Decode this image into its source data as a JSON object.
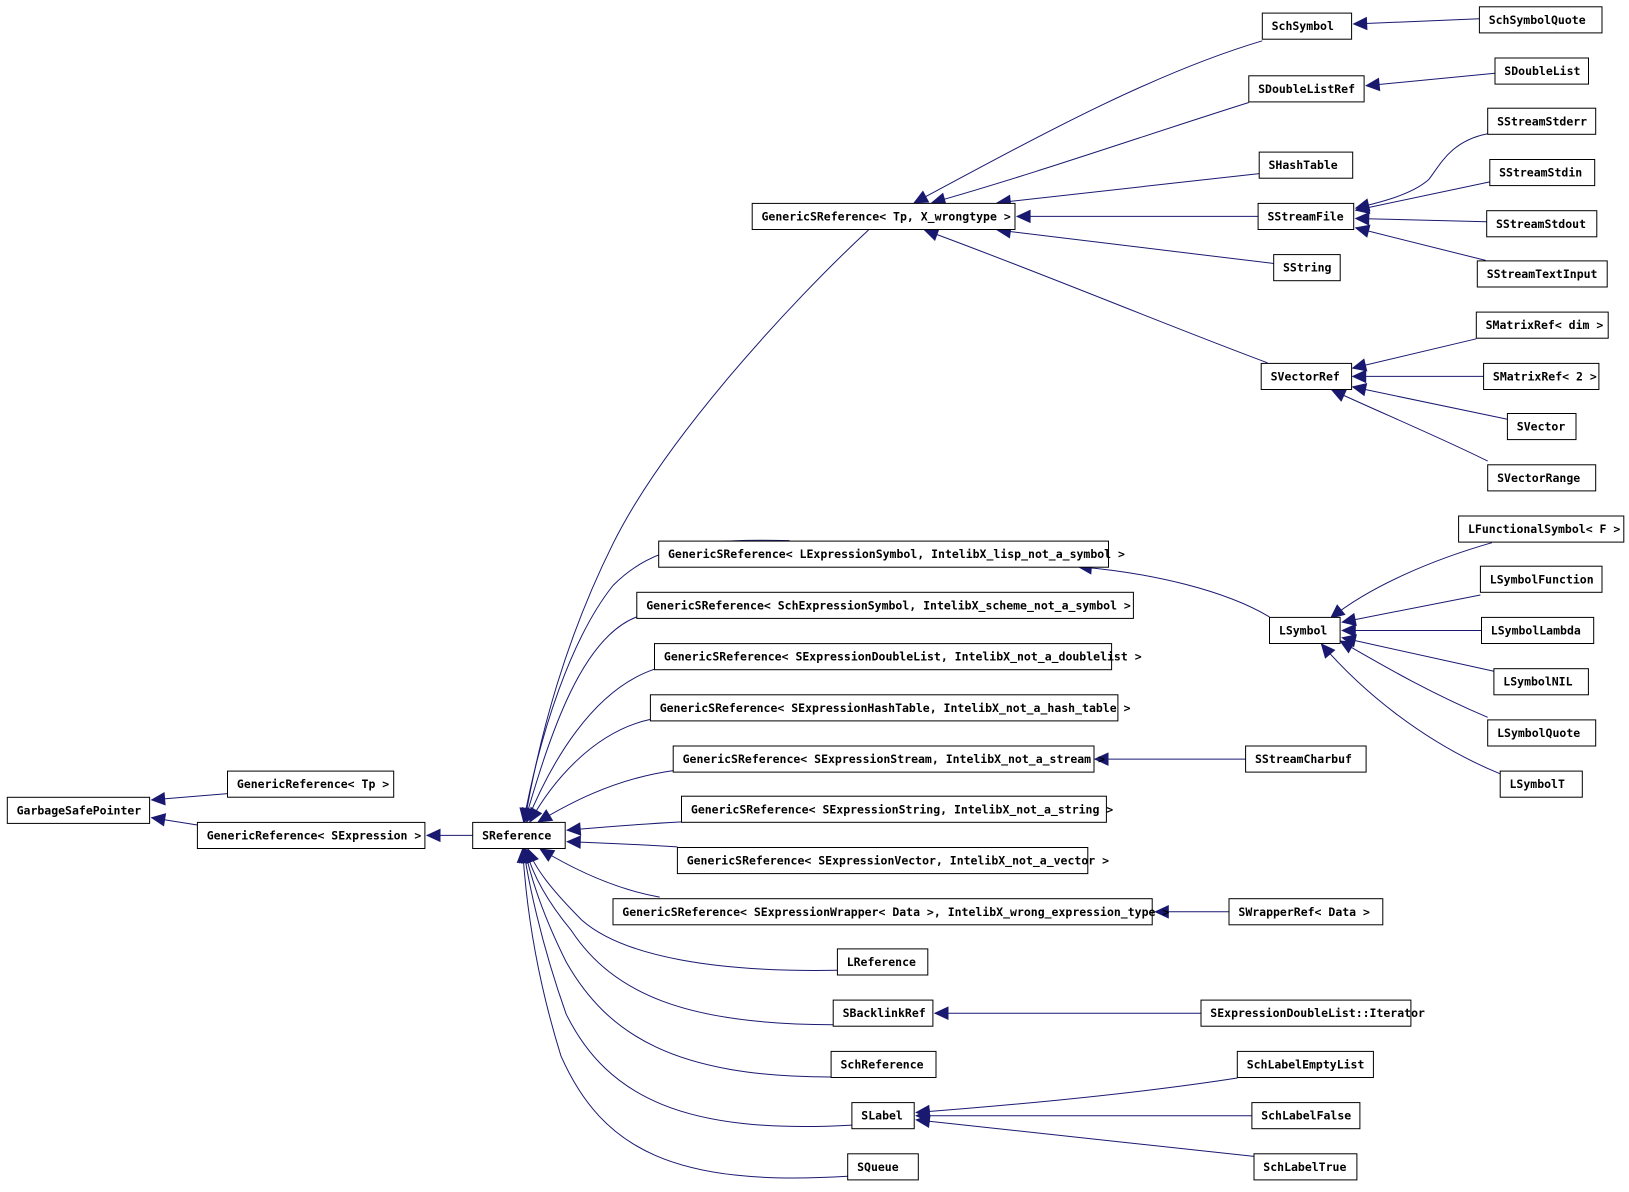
{
  "nodes": [
    {
      "id": "GarbageSafePointer",
      "label": "GarbageSafePointer"
    },
    {
      "id": "GenericRefTp",
      "label": "GenericReference< Tp >"
    },
    {
      "id": "GenericRefSExpr",
      "label": "GenericReference< SExpression >"
    },
    {
      "id": "SReference",
      "label": "SReference"
    },
    {
      "id": "GenericSRefTp",
      "label": "GenericSReference< Tp, X_wrongtype >"
    },
    {
      "id": "SchSymbol",
      "label": "SchSymbol"
    },
    {
      "id": "SchSymbolQuote",
      "label": "SchSymbolQuote"
    },
    {
      "id": "SDoubleListRef",
      "label": "SDoubleListRef"
    },
    {
      "id": "SDoubleList",
      "label": "SDoubleList"
    },
    {
      "id": "SHashTable",
      "label": "SHashTable"
    },
    {
      "id": "SStreamFile",
      "label": "SStreamFile"
    },
    {
      "id": "SStreamStderr",
      "label": "SStreamStderr"
    },
    {
      "id": "SStreamStdin",
      "label": "SStreamStdin"
    },
    {
      "id": "SStreamStdout",
      "label": "SStreamStdout"
    },
    {
      "id": "SStreamTextInput",
      "label": "SStreamTextInput"
    },
    {
      "id": "SString",
      "label": "SString"
    },
    {
      "id": "SVectorRef",
      "label": "SVectorRef"
    },
    {
      "id": "SMatrixRefDim",
      "label": "SMatrixRef< dim >"
    },
    {
      "id": "SMatrixRef2",
      "label": "SMatrixRef< 2 >"
    },
    {
      "id": "SVector",
      "label": "SVector"
    },
    {
      "id": "SVectorRange",
      "label": "SVectorRange"
    },
    {
      "id": "GSR_LExprSym",
      "label": "GenericSReference< LExpressionSymbol, IntelibX_lisp_not_a_symbol >"
    },
    {
      "id": "GSR_SchExprSym",
      "label": "GenericSReference< SchExpressionSymbol, IntelibX_scheme_not_a_symbol >"
    },
    {
      "id": "GSR_DoubleList",
      "label": "GenericSReference< SExpressionDoubleList, IntelibX_not_a_doublelist >"
    },
    {
      "id": "GSR_HashTable",
      "label": "GenericSReference< SExpressionHashTable, IntelibX_not_a_hash_table >"
    },
    {
      "id": "GSR_Stream",
      "label": "GenericSReference< SExpressionStream, IntelibX_not_a_stream >"
    },
    {
      "id": "GSR_String",
      "label": "GenericSReference< SExpressionString, IntelibX_not_a_string >"
    },
    {
      "id": "GSR_Vector",
      "label": "GenericSReference< SExpressionVector, IntelibX_not_a_vector >"
    },
    {
      "id": "GSR_Wrapper",
      "label": "GenericSReference< SExpressionWrapper< Data >, IntelibX_wrong_expression_type >"
    },
    {
      "id": "LSymbol",
      "label": "LSymbol"
    },
    {
      "id": "LFunctionalSymbol",
      "label": "LFunctionalSymbol< F >"
    },
    {
      "id": "LSymbolFunction",
      "label": "LSymbolFunction"
    },
    {
      "id": "LSymbolLambda",
      "label": "LSymbolLambda"
    },
    {
      "id": "LSymbolNIL",
      "label": "LSymbolNIL"
    },
    {
      "id": "LSymbolQuote",
      "label": "LSymbolQuote"
    },
    {
      "id": "LSymbolT",
      "label": "LSymbolT"
    },
    {
      "id": "SStreamCharbuf",
      "label": "SStreamCharbuf"
    },
    {
      "id": "SWrapperRefData",
      "label": "SWrapperRef< Data >"
    },
    {
      "id": "LReference",
      "label": "LReference"
    },
    {
      "id": "SBacklinkRef",
      "label": "SBacklinkRef"
    },
    {
      "id": "SExprDLIter",
      "label": "SExpressionDoubleList::Iterator"
    },
    {
      "id": "SchReference",
      "label": "SchReference"
    },
    {
      "id": "SLabel",
      "label": "SLabel"
    },
    {
      "id": "SchLabelEmptyList",
      "label": "SchLabelEmptyList"
    },
    {
      "id": "SchLabelFalse",
      "label": "SchLabelFalse"
    },
    {
      "id": "SchLabelTrue",
      "label": "SchLabelTrue"
    },
    {
      "id": "SQueue",
      "label": "SQueue"
    }
  ],
  "edges": [
    [
      "GenericRefTp",
      "GarbageSafePointer"
    ],
    [
      "GenericRefSExpr",
      "GarbageSafePointer"
    ],
    [
      "SReference",
      "GenericRefSExpr"
    ],
    [
      "GenericSRefTp",
      "SReference"
    ],
    [
      "GSR_LExprSym",
      "SReference"
    ],
    [
      "GSR_SchExprSym",
      "SReference"
    ],
    [
      "GSR_DoubleList",
      "SReference"
    ],
    [
      "GSR_HashTable",
      "SReference"
    ],
    [
      "GSR_Stream",
      "SReference"
    ],
    [
      "GSR_String",
      "SReference"
    ],
    [
      "GSR_Vector",
      "SReference"
    ],
    [
      "GSR_Wrapper",
      "SReference"
    ],
    [
      "LReference",
      "SReference"
    ],
    [
      "SBacklinkRef",
      "SReference"
    ],
    [
      "SchReference",
      "SReference"
    ],
    [
      "SLabel",
      "SReference"
    ],
    [
      "SQueue",
      "SReference"
    ],
    [
      "SchSymbol",
      "GenericSRefTp"
    ],
    [
      "SDoubleListRef",
      "GenericSRefTp"
    ],
    [
      "SHashTable",
      "GenericSRefTp"
    ],
    [
      "SStreamFile",
      "GenericSRefTp"
    ],
    [
      "SString",
      "GenericSRefTp"
    ],
    [
      "SVectorRef",
      "GenericSRefTp"
    ],
    [
      "SchSymbolQuote",
      "SchSymbol"
    ],
    [
      "SDoubleList",
      "SDoubleListRef"
    ],
    [
      "SStreamStderr",
      "SStreamFile"
    ],
    [
      "SStreamStdin",
      "SStreamFile"
    ],
    [
      "SStreamStdout",
      "SStreamFile"
    ],
    [
      "SStreamTextInput",
      "SStreamFile"
    ],
    [
      "SMatrixRefDim",
      "SVectorRef"
    ],
    [
      "SMatrixRef2",
      "SVectorRef"
    ],
    [
      "SVector",
      "SVectorRef"
    ],
    [
      "SVectorRange",
      "SVectorRef"
    ],
    [
      "LSymbol",
      "GSR_LExprSym"
    ],
    [
      "LFunctionalSymbol",
      "LSymbol"
    ],
    [
      "LSymbolFunction",
      "LSymbol"
    ],
    [
      "LSymbolLambda",
      "LSymbol"
    ],
    [
      "LSymbolNIL",
      "LSymbol"
    ],
    [
      "LSymbolQuote",
      "LSymbol"
    ],
    [
      "LSymbolT",
      "LSymbol"
    ],
    [
      "SStreamCharbuf",
      "GSR_Stream"
    ],
    [
      "SWrapperRefData",
      "GSR_Wrapper"
    ],
    [
      "SExprDLIter",
      "SBacklinkRef"
    ],
    [
      "SchLabelEmptyList",
      "SLabel"
    ],
    [
      "SchLabelFalse",
      "SLabel"
    ],
    [
      "SchLabelTrue",
      "SLabel"
    ]
  ]
}
